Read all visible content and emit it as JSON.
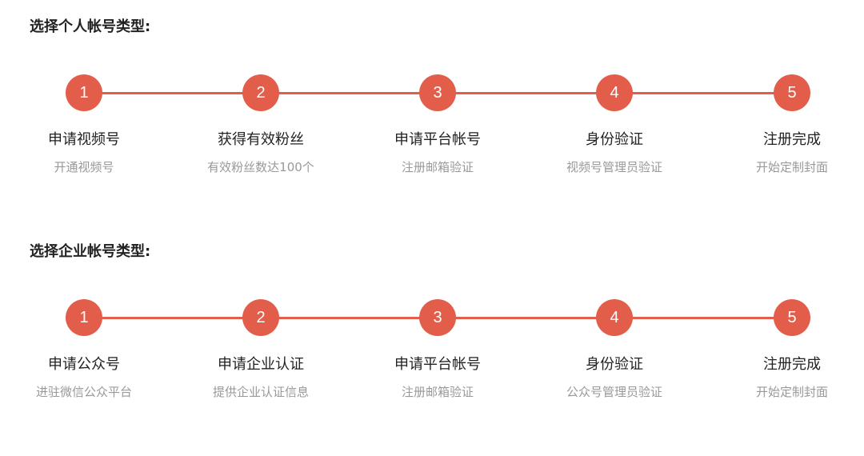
{
  "sections": [
    {
      "title": "选择个人帐号类型:",
      "steps": [
        {
          "number": "1",
          "title": "申请视频号",
          "desc": "开通视频号"
        },
        {
          "number": "2",
          "title": "获得有效粉丝",
          "desc": "有效粉丝数达100个"
        },
        {
          "number": "3",
          "title": "申请平台帐号",
          "desc": "注册邮箱验证"
        },
        {
          "number": "4",
          "title": "身份验证",
          "desc": "视频号管理员验证"
        },
        {
          "number": "5",
          "title": "注册完成",
          "desc": "开始定制封面"
        }
      ]
    },
    {
      "title": "选择企业帐号类型:",
      "steps": [
        {
          "number": "1",
          "title": "申请公众号",
          "desc": "进驻微信公众平台"
        },
        {
          "number": "2",
          "title": "申请企业认证",
          "desc": "提供企业认证信息"
        },
        {
          "number": "3",
          "title": "申请平台帐号",
          "desc": "注册邮箱验证"
        },
        {
          "number": "4",
          "title": "身份验证",
          "desc": "公众号管理员验证"
        },
        {
          "number": "5",
          "title": "注册完成",
          "desc": "开始定制封面"
        }
      ]
    }
  ],
  "colors": {
    "accent": "#e25e4b",
    "title_text": "#222222",
    "desc_text": "#999999"
  }
}
